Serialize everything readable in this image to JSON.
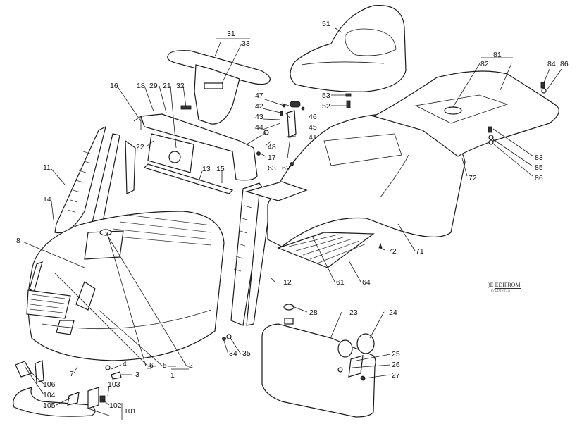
{
  "diagram": {
    "title": "Exploded parts diagram - ride-on lawn tractor body, hood, seat, fuel tank",
    "logo": {
      "brand": "EDIPROM",
      "code": "0349.02a"
    },
    "labels": {
      "p1": "1",
      "p2": "2",
      "p3": "3",
      "p4": "4",
      "p5": "5",
      "p6": "6",
      "p7": "7",
      "p8": "8",
      "p11": "11",
      "p12": "12",
      "p13": "13",
      "p14": "14",
      "p15": "15",
      "p16": "16",
      "p17": "17",
      "p18": "18",
      "p21": "21",
      "p22": "22",
      "p23": "23",
      "p24": "24",
      "p25": "25",
      "p26": "26",
      "p27": "27",
      "p28": "28",
      "p29": "29",
      "p31": "31",
      "p32": "32",
      "p33": "33",
      "p34": "34",
      "p35": "35",
      "p41": "41",
      "p42": "42",
      "p43": "43",
      "p44": "44",
      "p45": "45",
      "p46": "46",
      "p47": "47",
      "p48": "48",
      "p51": "51",
      "p52": "52",
      "p53": "53",
      "p61": "61",
      "p62": "62",
      "p63": "63",
      "p64": "64",
      "p71": "71",
      "p72a": "72",
      "p72b": "72",
      "p81": "81",
      "p82": "82",
      "p83": "83",
      "p84": "84",
      "p85": "85",
      "p86a": "86",
      "p86b": "86",
      "p101": "101",
      "p102": "102",
      "p103": "103",
      "p104": "104",
      "p105": "105",
      "p106": "106"
    }
  }
}
